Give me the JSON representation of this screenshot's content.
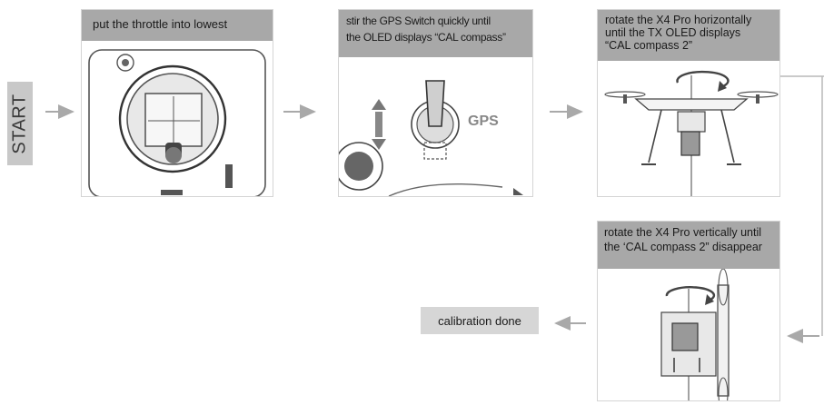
{
  "start": {
    "label": "START"
  },
  "steps": [
    {
      "lines": [
        "put the throttle into lowest"
      ]
    },
    {
      "lines": [
        "stir the GPS Switch quickly until",
        "the OLED displays “CAL compass”"
      ],
      "switch_label": "GPS"
    },
    {
      "lines": [
        "rotate the X4 Pro horizontally",
        "until the TX OLED displays",
        "“CAL compass 2”"
      ]
    },
    {
      "lines": [
        "rotate the X4 Pro vertically until",
        "the ‘CAL compass 2” disappear"
      ]
    }
  ],
  "end": {
    "label": "calibration done"
  },
  "colors": {
    "arrow": "#a9a9a9",
    "caption_bg": "#a8a8a8",
    "start_bg": "#c8c8c8",
    "done_bg": "#d6d6d6"
  }
}
